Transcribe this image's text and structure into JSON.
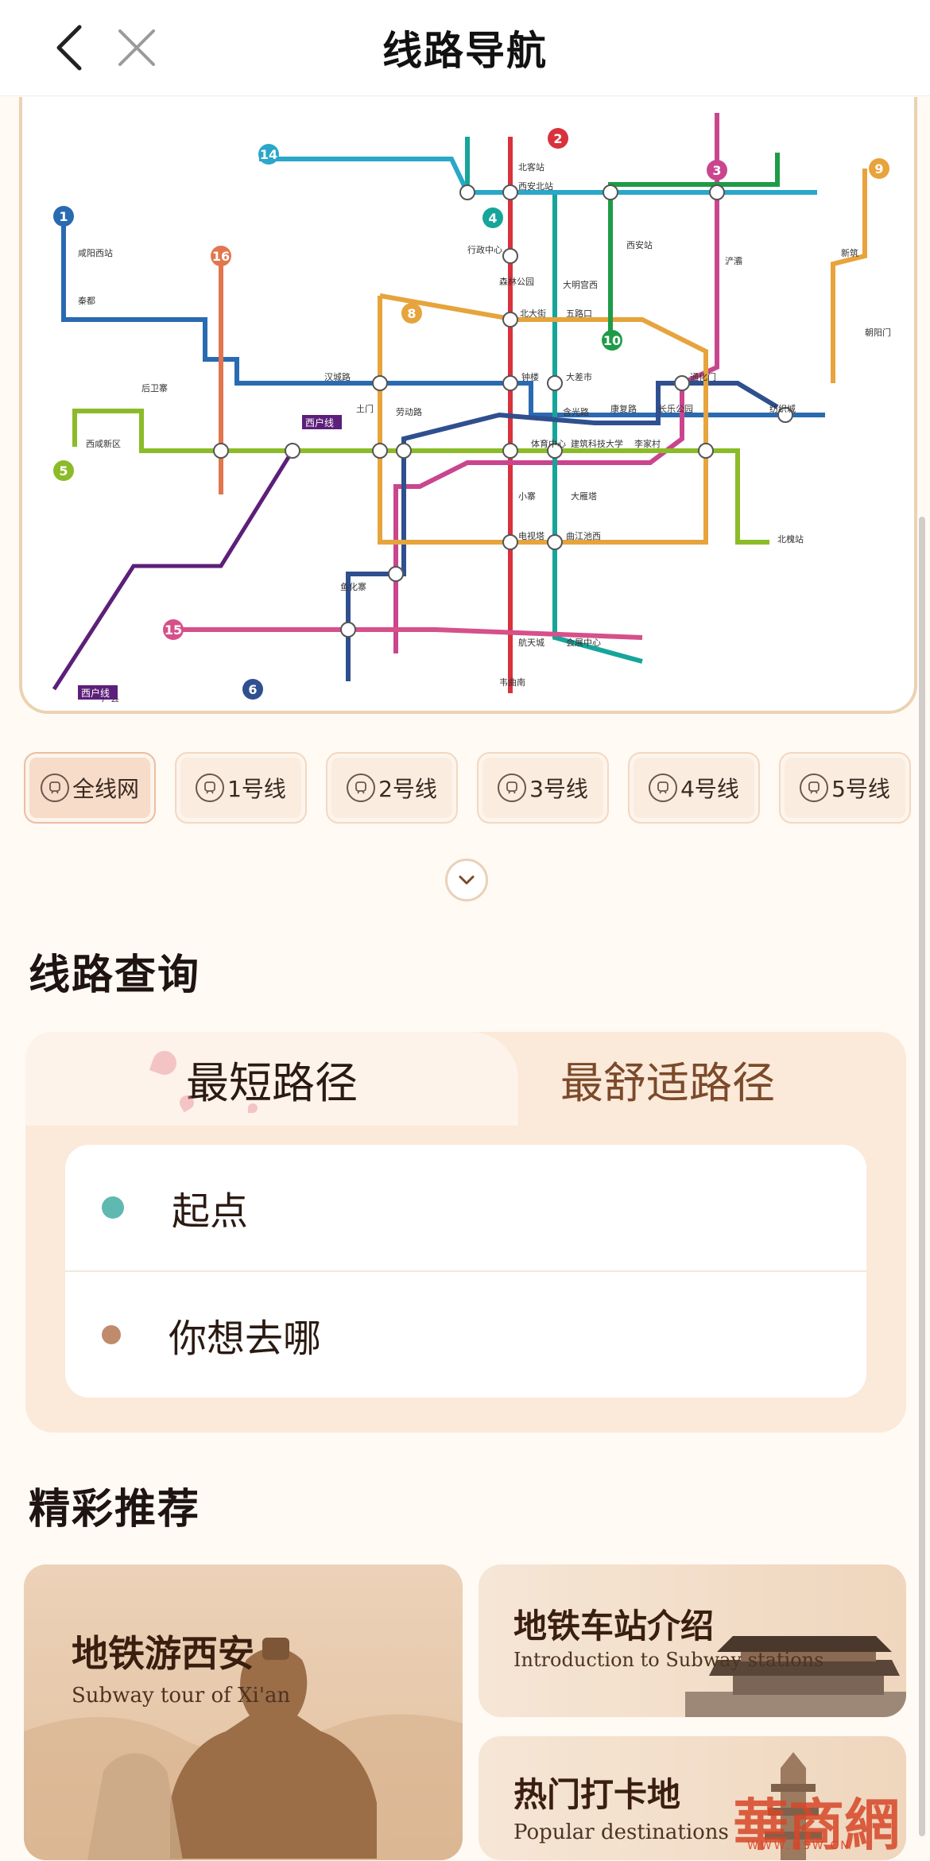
{
  "header": {
    "title": "线路导航"
  },
  "map": {
    "line_badges": [
      "1",
      "2",
      "3",
      "4",
      "5",
      "6",
      "8",
      "9",
      "10",
      "14",
      "15",
      "16"
    ],
    "station_labels": [
      "北客站",
      "西安北站",
      "行政中心",
      "钟楼",
      "大差市",
      "北大街",
      "五路口",
      "康复路",
      "长乐公园",
      "通化门",
      "建筑科技大学",
      "李家村",
      "小寨",
      "大雁塔",
      "电视塔",
      "航天城",
      "曲江池西",
      "会展中心",
      "纺织城",
      "西安站",
      "浐灞",
      "新筑",
      "鱼化寨",
      "咸阳西站",
      "秦都",
      "朝阳门",
      "韦曲南",
      "西户线",
      "户县",
      "北槐站",
      "森林公园",
      "体育中心",
      "汉城路",
      "土门",
      "劳动路",
      "含光路",
      "大明宫西",
      "后卫寨",
      "西咸新区"
    ],
    "purple_label": "西户线"
  },
  "tabs": [
    {
      "label": "全线网"
    },
    {
      "label": "1号线"
    },
    {
      "label": "2号线"
    },
    {
      "label": "3号线"
    },
    {
      "label": "4号线"
    },
    {
      "label": "5号线"
    }
  ],
  "query": {
    "section_title": "线路查询",
    "tab_shortest": "最短路径",
    "tab_comfort": "最舒适路径",
    "start_label": "起点",
    "dest_label": "你想去哪",
    "start_color": "#5fb9b0",
    "dest_color": "#c08a6c"
  },
  "recommend": {
    "section_title": "精彩推荐",
    "cards": [
      {
        "title": "地铁游西安",
        "subtitle": "Subway tour of Xi'an"
      },
      {
        "title": "地铁车站介绍",
        "subtitle": "Introduction to Subway stations"
      },
      {
        "title": "热门打卡地",
        "subtitle": "Popular destinations"
      }
    ]
  },
  "watermark": {
    "text": "華商網",
    "url": "WWW.HSW.CN"
  },
  "colors": {
    "accent": "#7b4a2a",
    "card_bg": "#fbe9d9",
    "line1": "#2a6ab1",
    "line2": "#d8323c",
    "line3": "#c9468f",
    "line4": "#16a59a",
    "line5": "#8cbb2a",
    "line6": "#2f4f8f",
    "line8": "#e6a43d",
    "line9": "#e8a33c",
    "line10": "#1f9b48",
    "line14": "#2aa7c9",
    "line15": "#d6508a",
    "line16": "#e2764e"
  }
}
